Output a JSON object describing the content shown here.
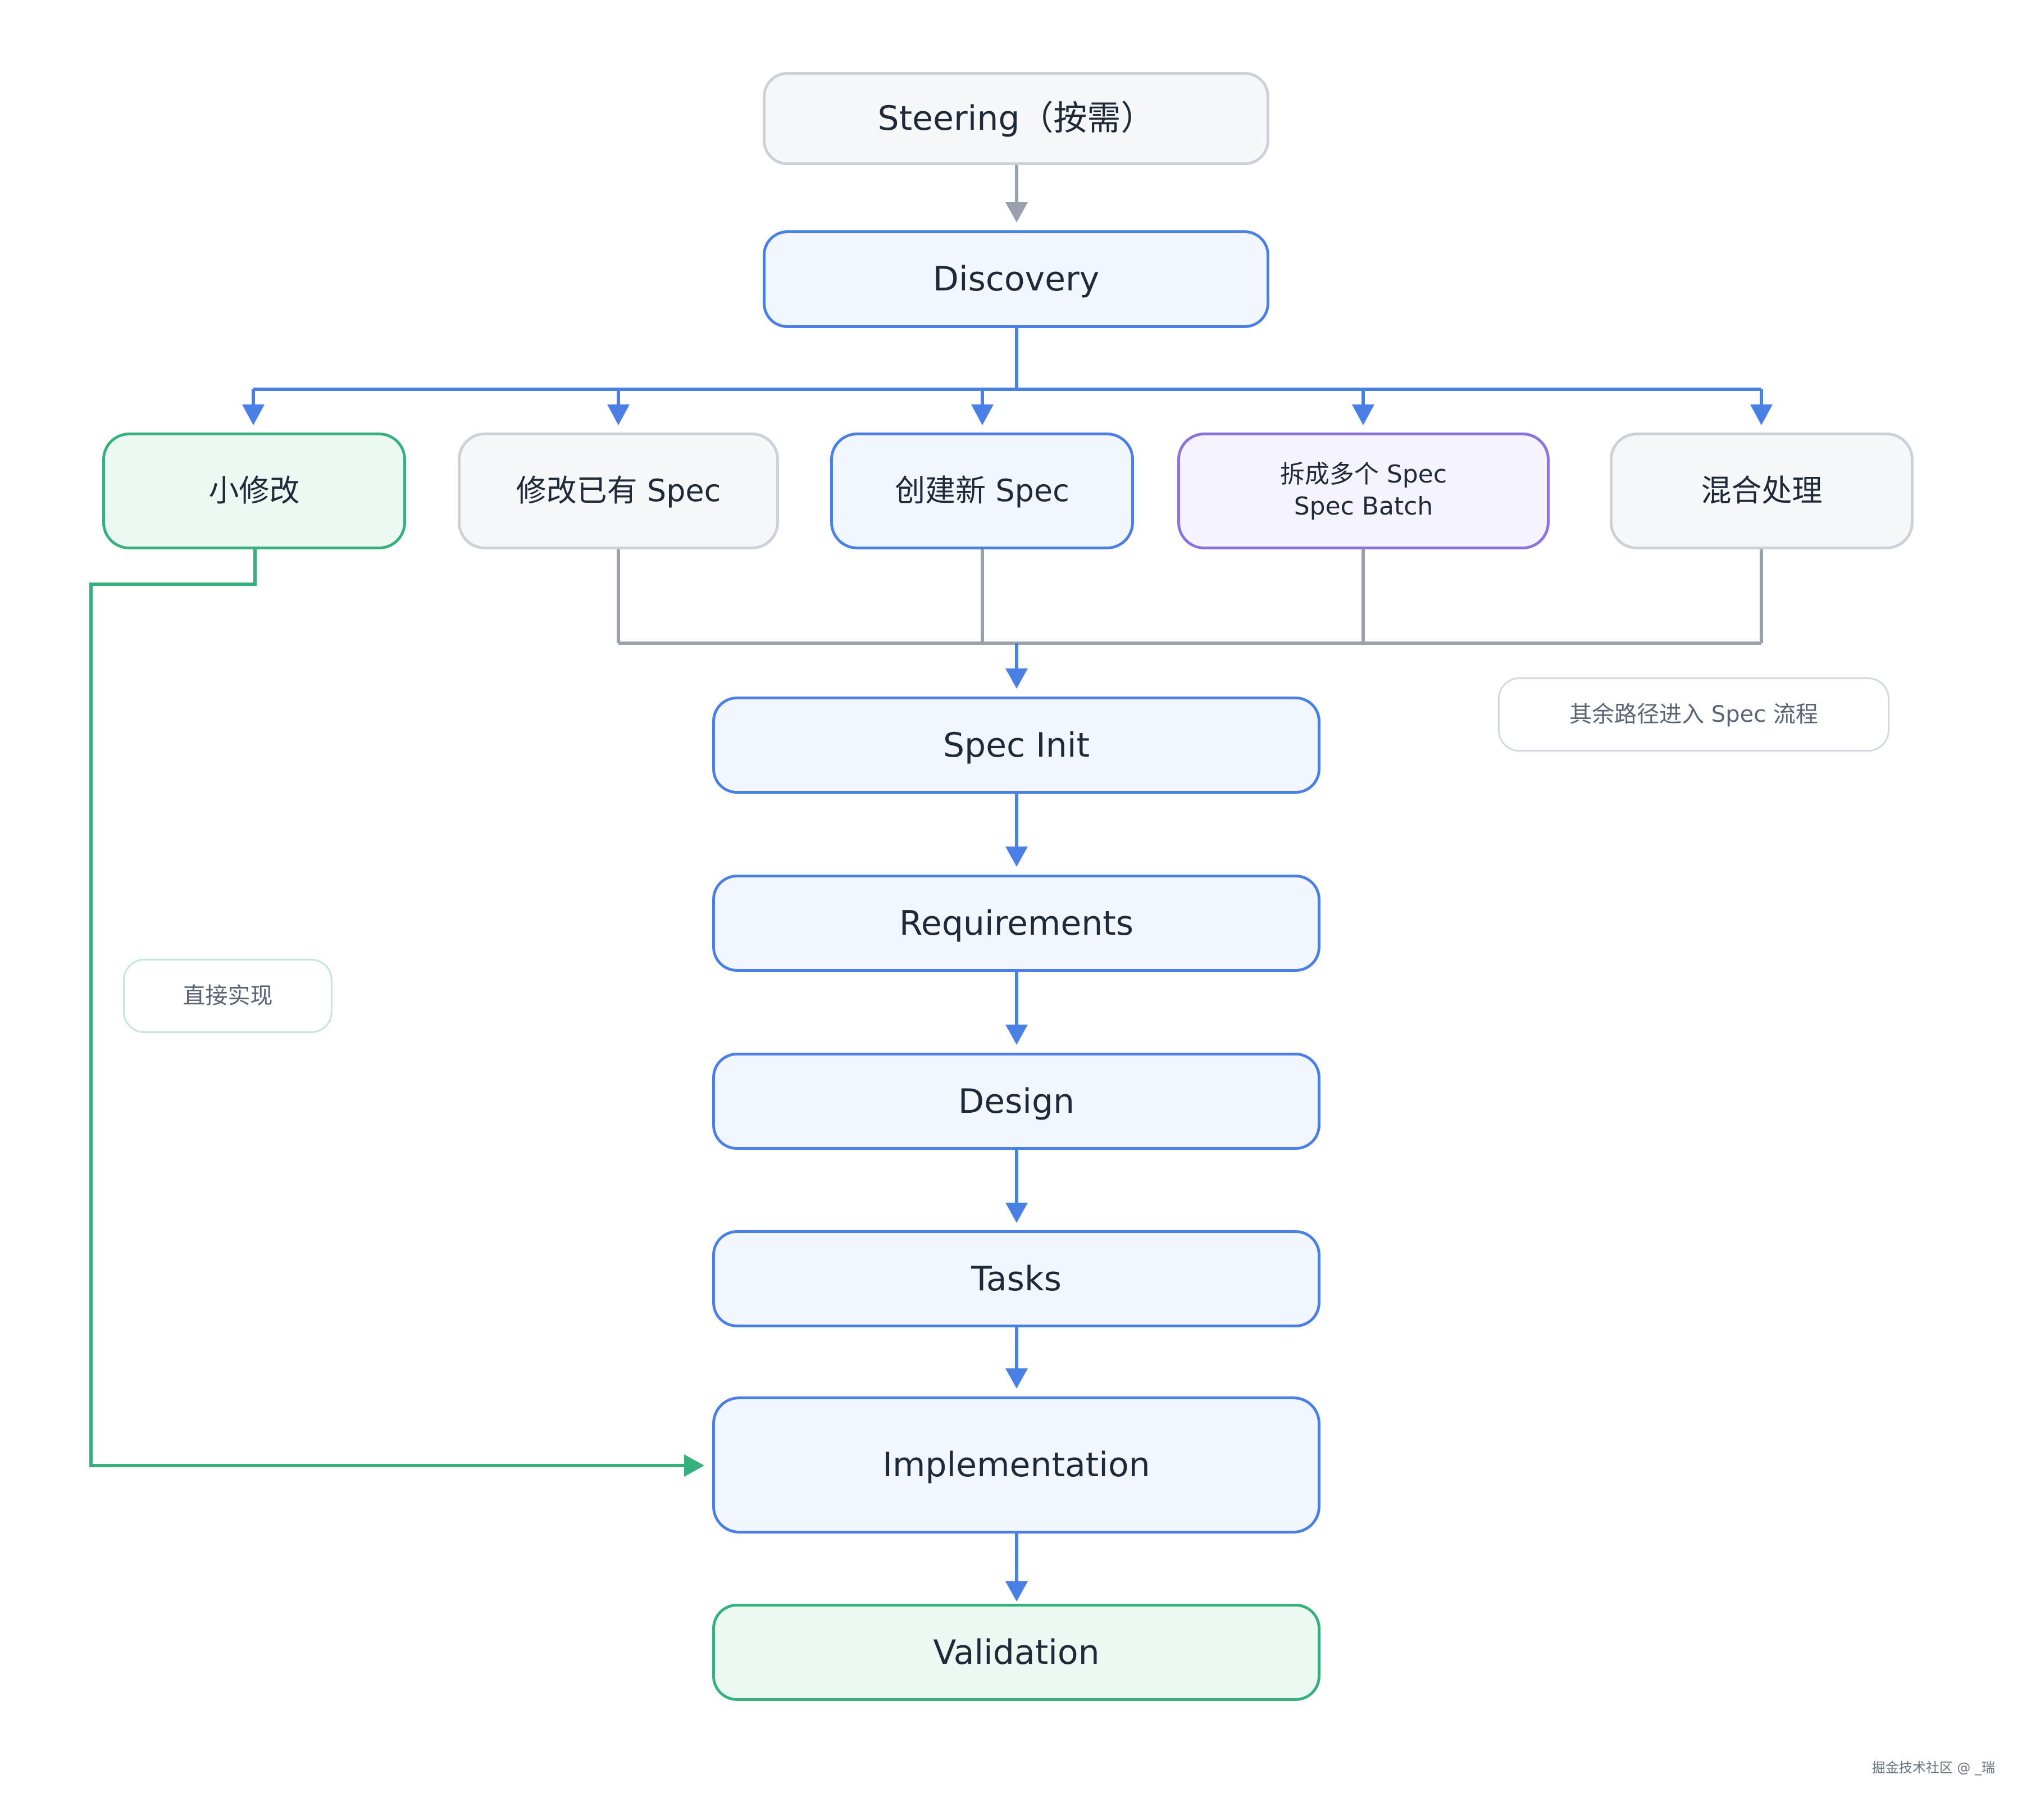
{
  "nodes": {
    "steering": "Steering（按需）",
    "discovery": "Discovery",
    "small_change": "小修改",
    "modify_spec": "修改已有 Spec",
    "new_spec": "创建新 Spec",
    "split_line1": "拆成多个 Spec",
    "split_line2": "Spec Batch",
    "mixed": "混合处理",
    "spec_init": "Spec Init",
    "requirements": "Requirements",
    "design": "Design",
    "tasks": "Tasks",
    "implementation": "Implementation",
    "validation": "Validation"
  },
  "notes": {
    "other_paths": "其余路径进入 Spec 流程",
    "direct": "直接实现"
  },
  "watermark": "掘金技术社区 @ _瑞",
  "colors": {
    "blue": "#4a80e6",
    "gray": "#9aa1ab",
    "green": "#36b07c",
    "purple": "#8c72dc"
  }
}
